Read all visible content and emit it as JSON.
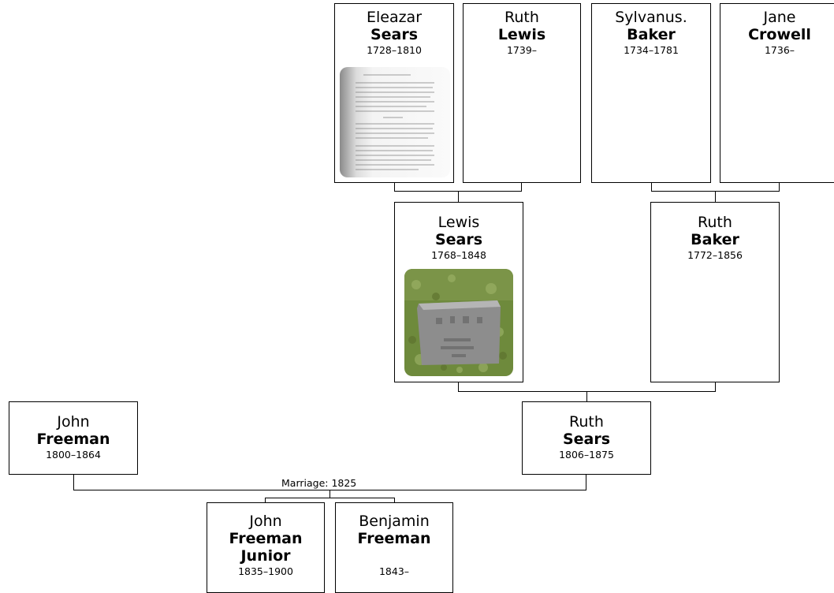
{
  "persons": {
    "eleazar": {
      "given": "Eleazar",
      "surname": "Sears",
      "dates": "1728–1810",
      "photo": "document-scan"
    },
    "ruth_lewis": {
      "given": "Ruth",
      "surname": "Lewis",
      "dates": "1739–"
    },
    "sylvanus": {
      "given": "Sylvanus.",
      "surname": "Baker",
      "dates": "1734–1781"
    },
    "jane": {
      "given": "Jane",
      "surname": "Crowell",
      "dates": "1736–"
    },
    "lewis": {
      "given": "Lewis",
      "surname": "Sears",
      "dates": "1768–1848",
      "photo": "gravestone"
    },
    "ruth_baker": {
      "given": "Ruth",
      "surname": "Baker",
      "dates": "1772–1856"
    },
    "john": {
      "given": "John",
      "surname": "Freeman",
      "dates": "1800–1864"
    },
    "ruth_sears": {
      "given": "Ruth",
      "surname": "Sears",
      "dates": "1806–1875"
    },
    "john_jr": {
      "given": "John",
      "surname": "Freeman",
      "surname2": "Junior",
      "dates": "1835–1900"
    },
    "benjamin": {
      "given": "Benjamin",
      "surname": "Freeman",
      "dates": "1843–"
    }
  },
  "marriage": {
    "label": "Marriage: 1825"
  }
}
